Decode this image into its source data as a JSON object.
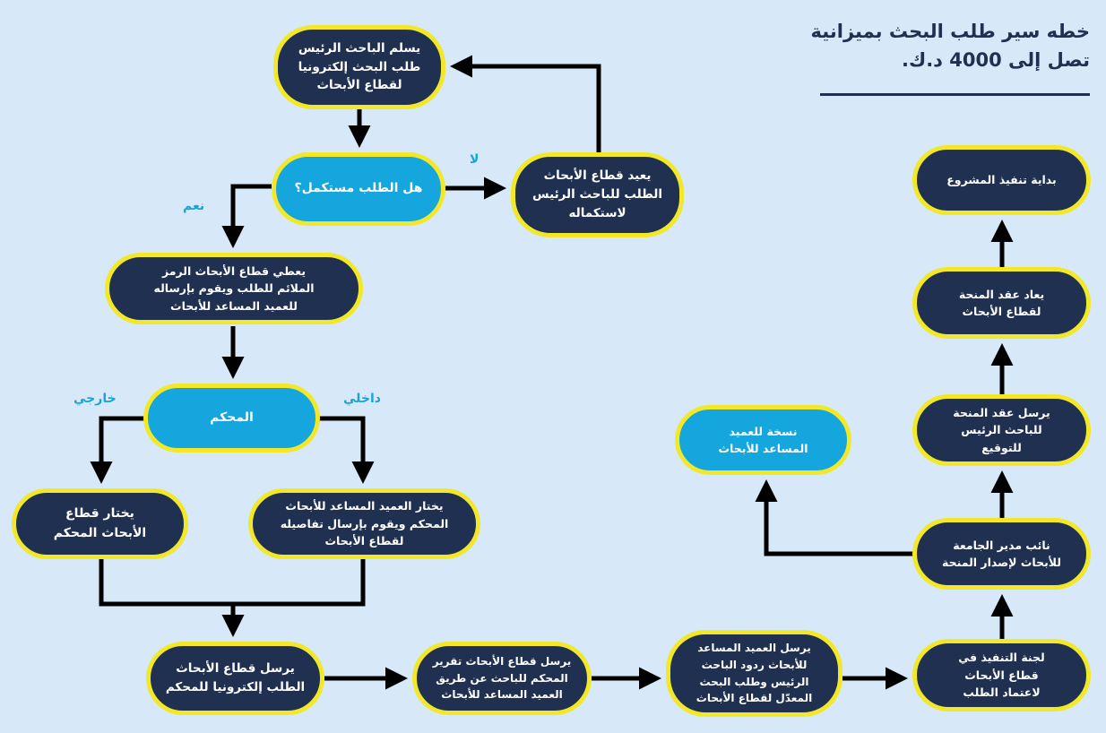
{
  "title": {
    "line1": "خطه سير طلب البحث بميزانية",
    "line2": "تصل إلى 4000 د.ك."
  },
  "nodes": {
    "submit": "يسلم الباحث الرئيس طلب البحث إلكترونيا لقطاع الأبحاث",
    "is_complete": "هل الطلب مستكمل؟",
    "return": "يعيد قطاع الأبحاث الطلب للباحث الرئيس لاستكماله",
    "assign_code": "يعطي قطاع الأبحاث الرمز الملائم للطلب ويقوم بإرساله للعميد المساعد للأبحاث",
    "reviewer": "المحكم",
    "external": "يختار قطاع الأبحاث المحكم",
    "internal": "يختار العميد المساعد للأبحاث المحكم ويقوم بإرسال تفاصيله لقطاع الأبحاث",
    "send_to_reviewer": "يرسل قطاع الأبحاث الطلب إلكترونيا للمحكم",
    "send_report": "يرسل قطاع الأبحاث تقرير المحكم للباحث عن طريق العميد المساعد للأبحاث",
    "send_responses": "يرسل العميد المساعد للأبحاث ردود الباحث الرئيس وطلب البحث المعدّل لقطاع الأبحاث",
    "committee": "لجنة التنفيذ في قطاع الأبحاث لاعتماد الطلب",
    "vice_president": "نائب مدير الجامعة للأبحاث لإصدار المنحة",
    "copy": "نسخة للعميد المساعد للأبحاث",
    "send_contract": "يرسل عقد المنحة للباحث الرئيس للتوقيع",
    "contract_prepared": "يعاد عقد المنحة لقطاع الأبحاث",
    "start": "بداية تنفيذ المشروع"
  },
  "labels": {
    "yes": "نعم",
    "no": "لا",
    "external": "خارجي",
    "internal": "داخلي"
  },
  "colors": {
    "background": "#d7e9f8",
    "node_dark": "#1f3050",
    "node_light": "#14a6dc",
    "border": "#f2e829",
    "label": "#1ba3d4"
  }
}
